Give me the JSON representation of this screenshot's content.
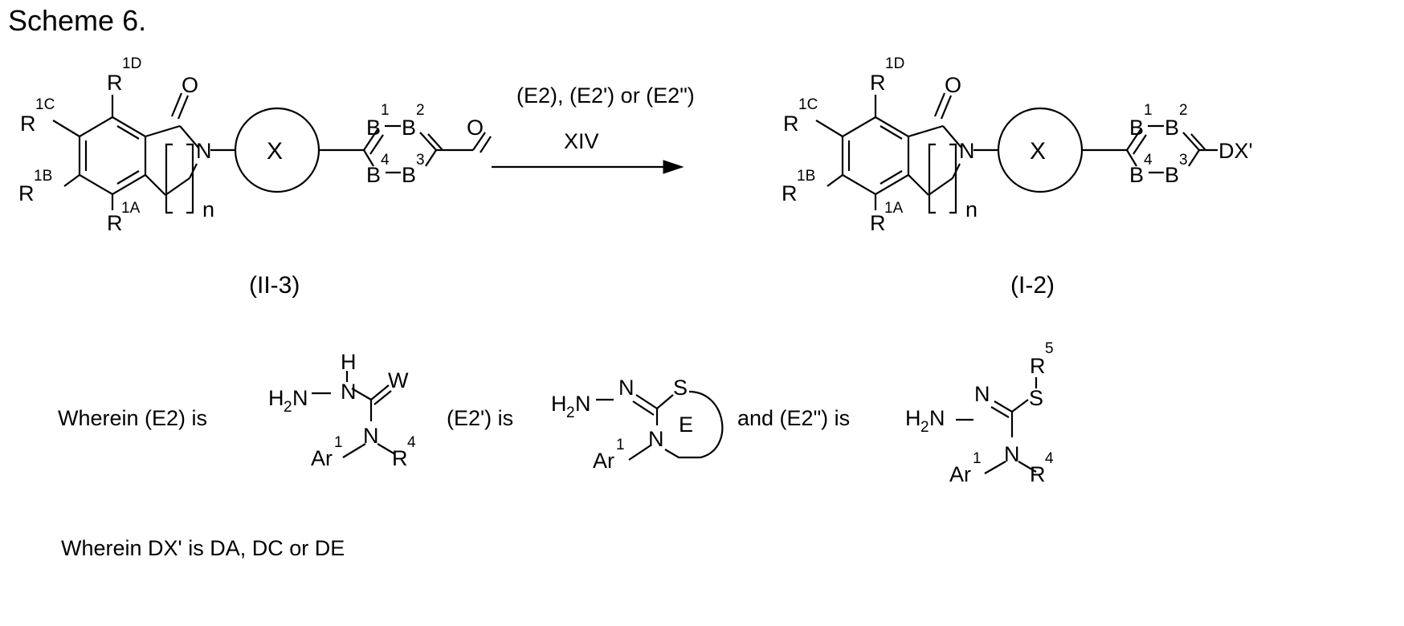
{
  "title": "Scheme 6.",
  "atoms": {
    "R": "R",
    "O": "O",
    "N": "N",
    "B": "B",
    "X": "X",
    "n": "n",
    "H": "H",
    "W": "W",
    "S": "S",
    "E": "E",
    "Ar": "Ar",
    "H2N": "H",
    "sub2": "2",
    "DX": "DX'"
  },
  "sup": {
    "s1A": "1A",
    "s1B": "1B",
    "s1C": "1C",
    "s1D": "1D",
    "s1": "1",
    "s2": "2",
    "s3": "3",
    "s4": "4",
    "s5": "5"
  },
  "reaction": {
    "reagents": "(E2), (E2') or (E2\")",
    "condition": "XIV"
  },
  "compounds": {
    "starting": "(II-3)",
    "product": "(I-2)"
  },
  "definitions": {
    "e2_text": "Wherein (E2) is",
    "e2p_text": "(E2') is",
    "e2pp_text": "and (E2\") is",
    "dx_text": "Wherein DX' is DA, DC or DE"
  }
}
